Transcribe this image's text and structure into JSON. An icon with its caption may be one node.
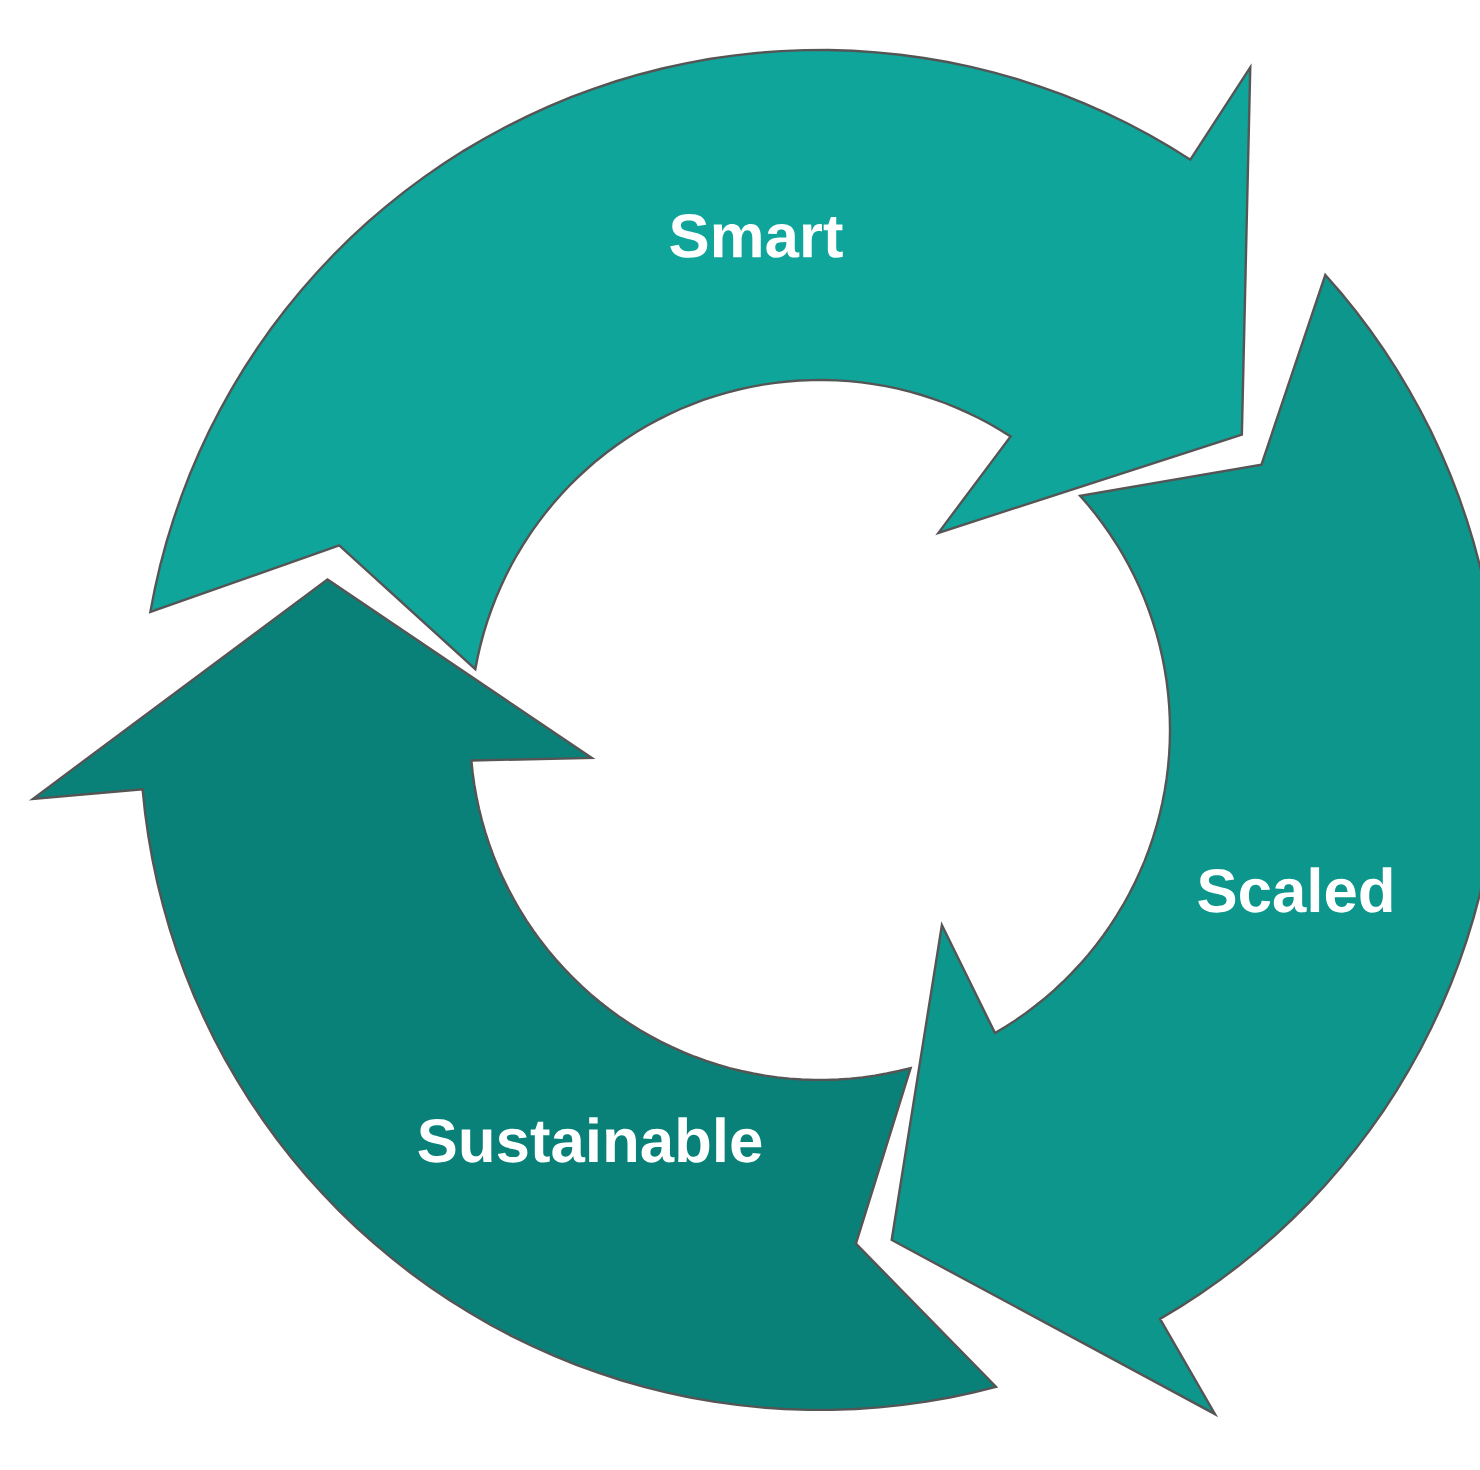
{
  "diagram": {
    "nodes": [
      {
        "text": [
          "Smart"
        ]
      },
      {
        "text": [
          "Scaled"
        ]
      },
      {
        "text": [
          "Sustainable"
        ]
      }
    ]
  }
}
